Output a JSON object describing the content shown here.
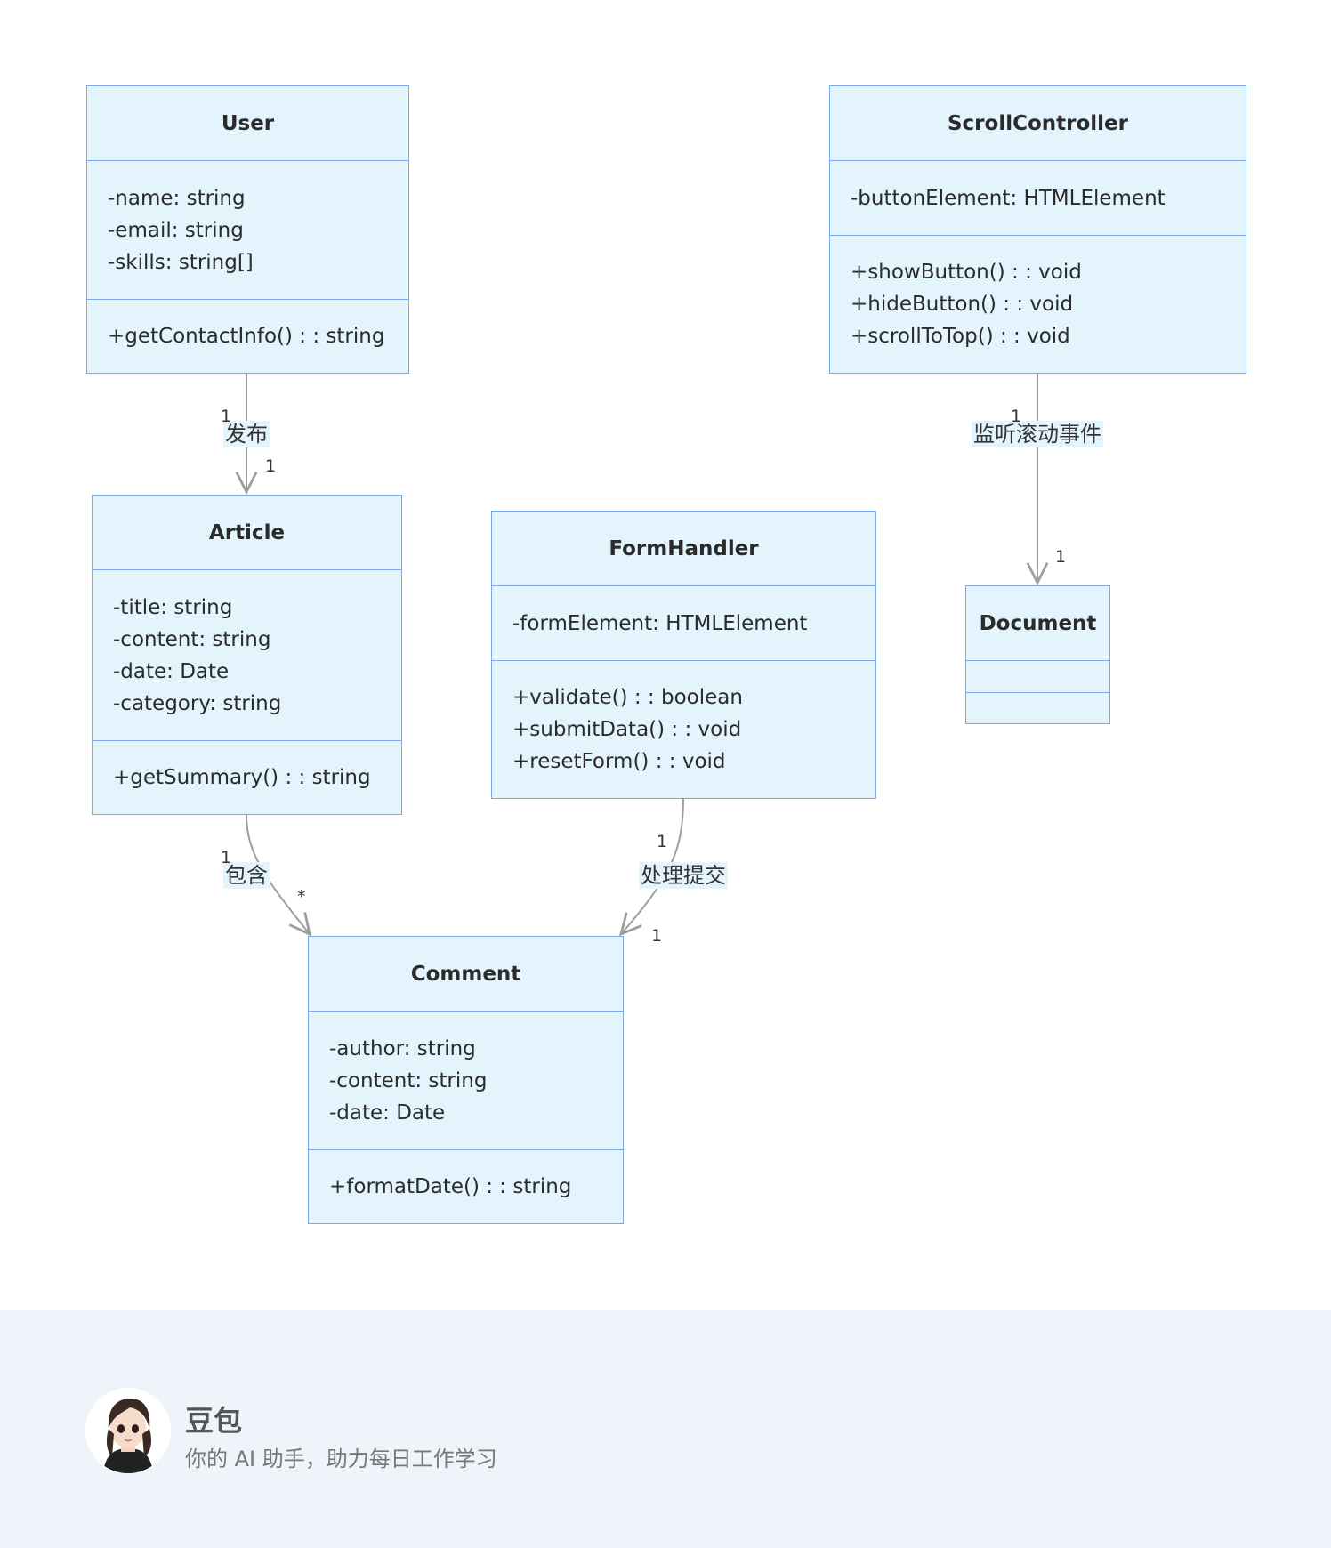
{
  "classes": {
    "user": {
      "name": "User",
      "attributes": [
        "-name: string",
        "-email: string",
        "-skills: string[]"
      ],
      "methods": [
        "+getContactInfo() : : string"
      ]
    },
    "article": {
      "name": "Article",
      "attributes": [
        "-title: string",
        "-content: string",
        "-date: Date",
        "-category: string"
      ],
      "methods": [
        "+getSummary() : : string"
      ]
    },
    "comment": {
      "name": "Comment",
      "attributes": [
        "-author: string",
        "-content: string",
        "-date: Date"
      ],
      "methods": [
        "+formatDate() : : string"
      ]
    },
    "formhandler": {
      "name": "FormHandler",
      "attributes": [
        "-formElement: HTMLElement"
      ],
      "methods": [
        "+validate() : : boolean",
        "+submitData() : : void",
        "+resetForm() : : void"
      ]
    },
    "scrollcontroller": {
      "name": "ScrollController",
      "attributes": [
        "-buttonElement: HTMLElement"
      ],
      "methods": [
        "+showButton() : : void",
        "+hideButton() : : void",
        "+scrollToTop() : : void"
      ]
    },
    "document": {
      "name": "Document",
      "attributes": [],
      "methods": []
    }
  },
  "relations": {
    "publish": {
      "label": "发布",
      "from_mult": "1",
      "to_mult": "1"
    },
    "contains": {
      "label": "包含",
      "from_mult": "1",
      "to_mult": "*"
    },
    "handle_submit": {
      "label": "处理提交",
      "from_mult": "1",
      "to_mult": "1"
    },
    "listen_scroll": {
      "label": "监听滚动事件",
      "from_mult": "1",
      "to_mult": "1"
    }
  },
  "footer": {
    "brand_name": "豆包",
    "tagline": "你的 AI 助手，助力每日工作学习"
  },
  "colors": {
    "class_fill": "#e3f4fc",
    "class_border": "#7aa9f0",
    "edge": "#9e9e9e",
    "footer_bg": "#eff3fa"
  }
}
